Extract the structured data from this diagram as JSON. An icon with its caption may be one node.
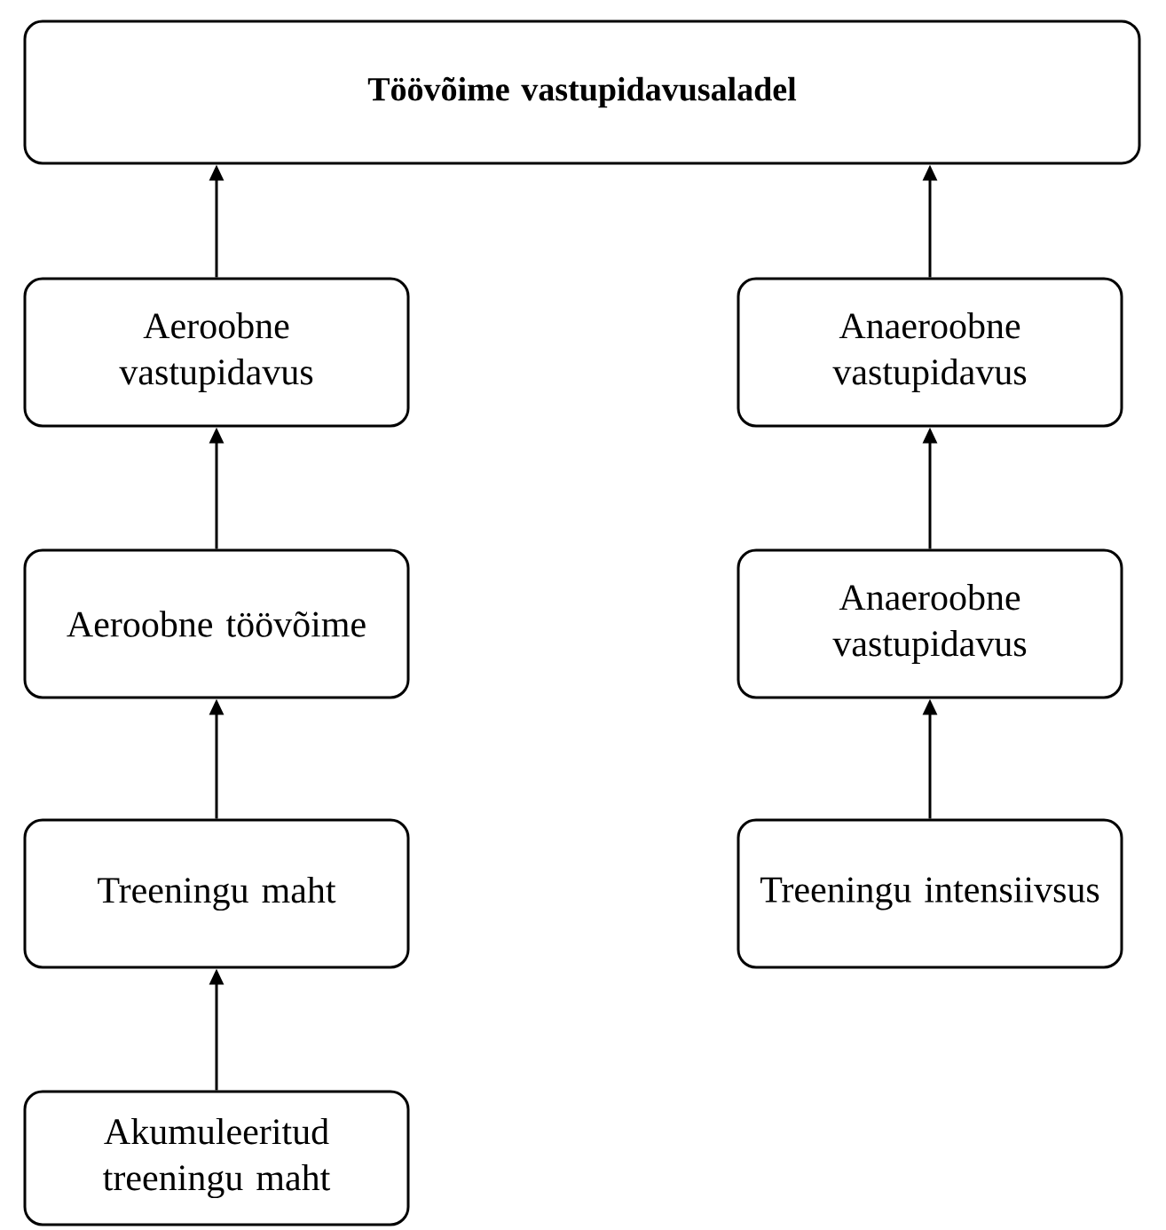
{
  "diagram": {
    "nodes": [
      {
        "text": [
          "Töövõime vastupidavusaladel"
        ]
      },
      {
        "text": [
          "Aeroobne vastupidavus"
        ]
      },
      {
        "text": [
          "Aeroobne töövõime"
        ]
      },
      {
        "text": [
          "Treeningu maht"
        ]
      },
      {
        "text": [
          "Akumuleeritud treeningu maht"
        ]
      },
      {
        "text": [
          "Anaeroobne vastupidavus"
        ]
      },
      {
        "text": [
          "Anaeroobne vastupidavus"
        ]
      },
      {
        "text": [
          "Treeningu intensiivsus"
        ]
      }
    ],
    "edges": [
      {
        "from": 4,
        "to": 3,
        "arrow": "to"
      },
      {
        "from": 3,
        "to": 2,
        "arrow": "to"
      },
      {
        "from": 2,
        "to": 1,
        "arrow": "to"
      },
      {
        "from": 1,
        "to": 0,
        "arrow": "to"
      },
      {
        "from": 7,
        "to": 6,
        "arrow": "to"
      },
      {
        "from": 6,
        "to": 5,
        "arrow": "to"
      },
      {
        "from": 5,
        "to": 0,
        "arrow": "to"
      }
    ]
  }
}
